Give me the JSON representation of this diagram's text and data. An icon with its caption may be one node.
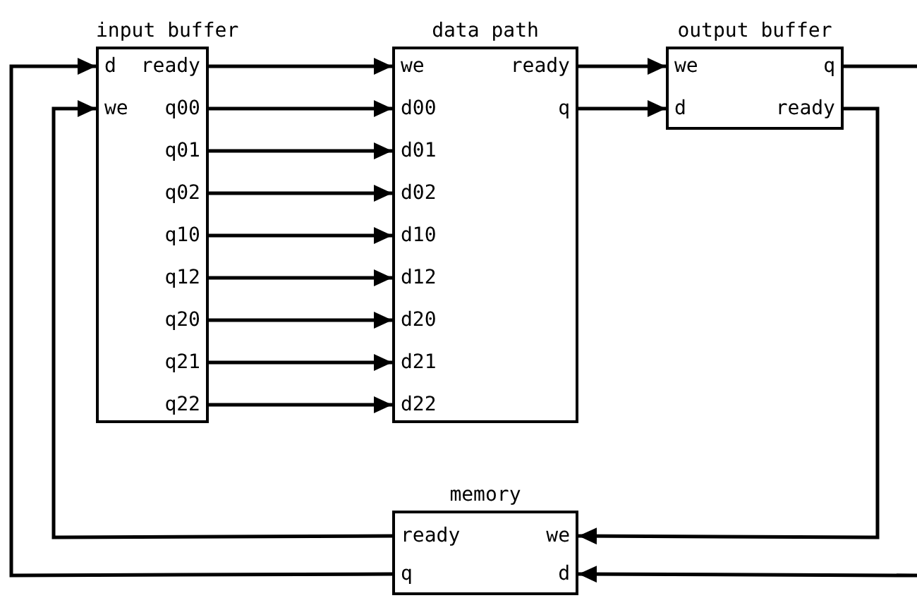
{
  "diagram": {
    "nodes": [
      {
        "text": [
          "input buffer"
        ]
      },
      {
        "text": [
          "d"
        ],
        "in": 0
      },
      {
        "text": [
          "ready"
        ],
        "in": 0
      },
      {
        "text": [
          "we"
        ],
        "in": 0
      },
      {
        "text": [
          "q00"
        ],
        "in": 0
      },
      {
        "text": [
          "q01"
        ],
        "in": 0
      },
      {
        "text": [
          "q02"
        ],
        "in": 0
      },
      {
        "text": [
          "q10"
        ],
        "in": 0
      },
      {
        "text": [
          "q12"
        ],
        "in": 0
      },
      {
        "text": [
          "q20"
        ],
        "in": 0
      },
      {
        "text": [
          "q21"
        ],
        "in": 0
      },
      {
        "text": [
          "q22"
        ],
        "in": 0
      },
      {
        "text": [
          "data path"
        ]
      },
      {
        "text": [
          "we"
        ],
        "in": 12
      },
      {
        "text": [
          "ready"
        ],
        "in": 12
      },
      {
        "text": [
          "d00"
        ],
        "in": 12
      },
      {
        "text": [
          "q"
        ],
        "in": 12
      },
      {
        "text": [
          "d01"
        ],
        "in": 12
      },
      {
        "text": [
          "d02"
        ],
        "in": 12
      },
      {
        "text": [
          "d10"
        ],
        "in": 12
      },
      {
        "text": [
          "d12"
        ],
        "in": 12
      },
      {
        "text": [
          "d20"
        ],
        "in": 12
      },
      {
        "text": [
          "d21"
        ],
        "in": 12
      },
      {
        "text": [
          "d22"
        ],
        "in": 12
      },
      {
        "text": [
          "output buffer"
        ]
      },
      {
        "text": [
          "we"
        ],
        "in": 24
      },
      {
        "text": [
          "q"
        ],
        "in": 24
      },
      {
        "text": [
          "d"
        ],
        "in": 24
      },
      {
        "text": [
          "ready"
        ],
        "in": 24
      },
      {
        "text": [
          "memory"
        ]
      },
      {
        "text": [
          "ready"
        ],
        "in": 29
      },
      {
        "text": [
          "we"
        ],
        "in": 29
      },
      {
        "text": [
          "q"
        ],
        "in": 29
      },
      {
        "text": [
          "d"
        ],
        "in": 29
      }
    ],
    "edges": [
      {
        "from": 2,
        "to": 13,
        "arrow": "to"
      },
      {
        "from": 4,
        "to": 15,
        "arrow": "to"
      },
      {
        "from": 5,
        "to": 17,
        "arrow": "to"
      },
      {
        "from": 6,
        "to": 18,
        "arrow": "to"
      },
      {
        "from": 7,
        "to": 19,
        "arrow": "to"
      },
      {
        "from": 8,
        "to": 20,
        "arrow": "to"
      },
      {
        "from": 9,
        "to": 21,
        "arrow": "to"
      },
      {
        "from": 10,
        "to": 22,
        "arrow": "to"
      },
      {
        "from": 11,
        "to": 23,
        "arrow": "to"
      },
      {
        "from": 14,
        "to": 25,
        "arrow": "to"
      },
      {
        "from": 16,
        "to": 27,
        "arrow": "to"
      },
      {
        "from": 26,
        "to": null,
        "arrow": "none"
      },
      {
        "from": 28,
        "to": 31,
        "arrow": "to"
      },
      {
        "from": null,
        "to": 33,
        "arrow": "to"
      },
      {
        "from": 30,
        "to": 3,
        "arrow": "to"
      },
      {
        "from": 32,
        "to": 1,
        "arrow": "to"
      }
    ]
  }
}
